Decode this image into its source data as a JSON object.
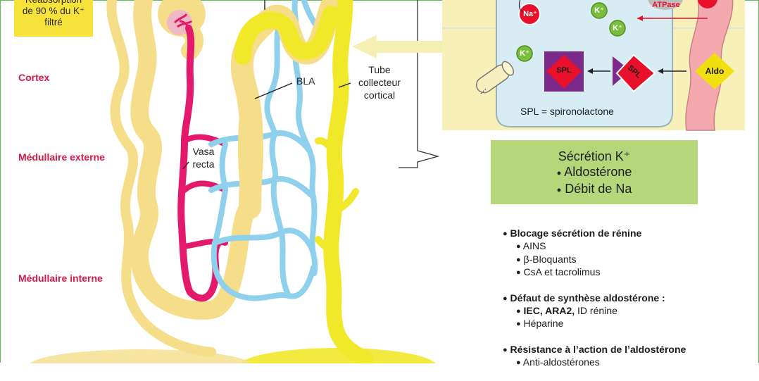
{
  "zones": {
    "cortex": "Cortex",
    "med_ext": "Médullaire externe",
    "med_int": "Médullaire interne"
  },
  "reabsorption": {
    "line1": "Réabsorption",
    "line2": "de 90 % du K⁺",
    "line3": "filtré"
  },
  "labels": {
    "bla": "BLA",
    "vasa_line1": "Vasa",
    "vasa_line2": "recta",
    "tube_line1": "Tube",
    "tube_line2": "collecteur",
    "tube_line3": "cortical"
  },
  "cell": {
    "na": "Na⁺",
    "k1": "K⁺",
    "k2": "K⁺",
    "k3": "K⁺",
    "atpase": "ATPase",
    "spl_a": "SPL",
    "spl_b": "SPL",
    "aldo": "Aldo",
    "spl_legend": "SPL = spironolactone"
  },
  "secretion": {
    "title": "Sécrétion K⁺",
    "item1": "Aldostérone",
    "item2": "Débit de Na"
  },
  "causes": [
    {
      "title": "Blocage sécrétion de rénine",
      "items": [
        "AINS",
        "β-Bloquants",
        "CsA et tacrolimus"
      ]
    },
    {
      "title": "Défaut de synthèse aldostérone :",
      "items_rich": [
        {
          "bold": "IEC, ARA2,",
          "rest": " ID rénine"
        },
        {
          "bold": "",
          "rest": "Héparine"
        }
      ]
    },
    {
      "title": "Résistance à l’action de l’aldostérone",
      "items": [
        "Anti-aldostérones"
      ]
    }
  ],
  "colors": {
    "yellow_pale": "#f5dd8a",
    "yellow_bright": "#f2e82a",
    "magenta": "#e5196b",
    "blue": "#8fd0ec",
    "green_box": "#b4d77a",
    "red_label": "#d8174a",
    "cell_fill": "#d8ecf4"
  }
}
